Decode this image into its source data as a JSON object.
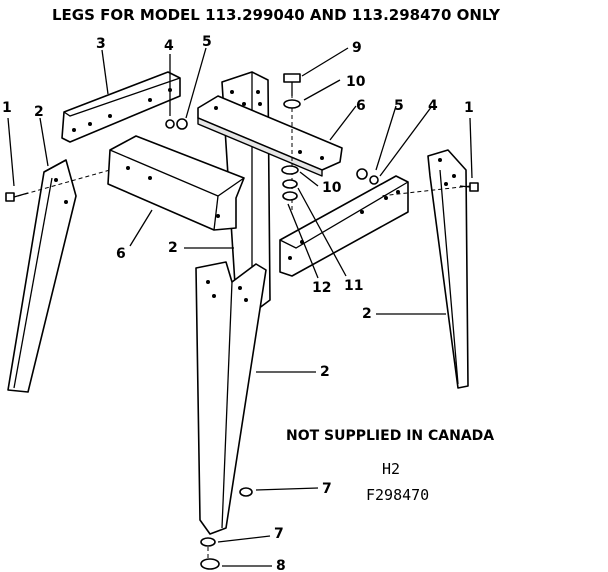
{
  "header": {
    "title": "LEGS FOR MODEL 113.299040 AND 113.298470 ONLY"
  },
  "notes": {
    "canada": "NOT SUPPLIED IN CANADA",
    "ref_code": "H2",
    "figure_no": "F298470"
  },
  "callouts": {
    "c1_left": "1",
    "c1_right": "1",
    "c2_leftleg": "2",
    "c2_center": "2",
    "c2_front": "2",
    "c2_right": "2",
    "c3": "3",
    "c4_top": "4",
    "c4_right": "4",
    "c5_top": "5",
    "c5_right": "5",
    "c6_left": "6",
    "c6_top": "6",
    "c7_upper": "7",
    "c7_lower": "7",
    "c8": "8",
    "c9": "9",
    "c10_upper": "10",
    "c10_lower": "10",
    "c11": "11",
    "c12": "12"
  },
  "colors": {
    "ink": "#000000",
    "paper": "#ffffff"
  }
}
